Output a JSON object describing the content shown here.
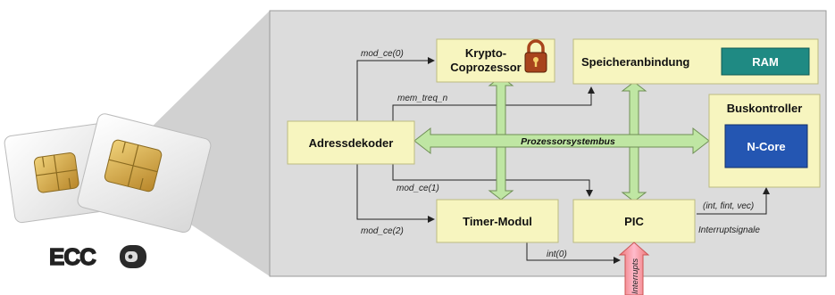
{
  "logo": {
    "text": "ECC",
    "colors": {
      "fill": "#c8c8c8",
      "outline": "#222222"
    }
  },
  "blocks": {
    "krypto_line1": "Krypto-",
    "krypto_line2": "Coprozessor",
    "speicher": "Speicheranbindung",
    "ram": "RAM",
    "adress": "Adressdekoder",
    "bus": "Buskontroller",
    "ncore": "N-Core",
    "timer": "Timer-Modul",
    "pic": "PIC"
  },
  "signals": {
    "mod_ce0": "mod_ce(0)",
    "mem_treq": "mem_treq_n",
    "mod_ce1": "mod_ce(1)",
    "mod_ce2": "mod_ce(2)",
    "int0": "int(0)",
    "int_vec": "(int, fint, vec)",
    "interruptsignale": "Interruptsignale",
    "interrupts": "Interrupts",
    "bus": "Prozessorsystembus"
  },
  "colors": {
    "panel": "#dcdcdc",
    "block": "#f7f5bf",
    "bus_arrow": "#bfe6a3",
    "ram": "#1f8a83",
    "ncore": "#2456b2",
    "interrupt_arrow": "#f0a3a3",
    "lock": "#a8441c"
  }
}
